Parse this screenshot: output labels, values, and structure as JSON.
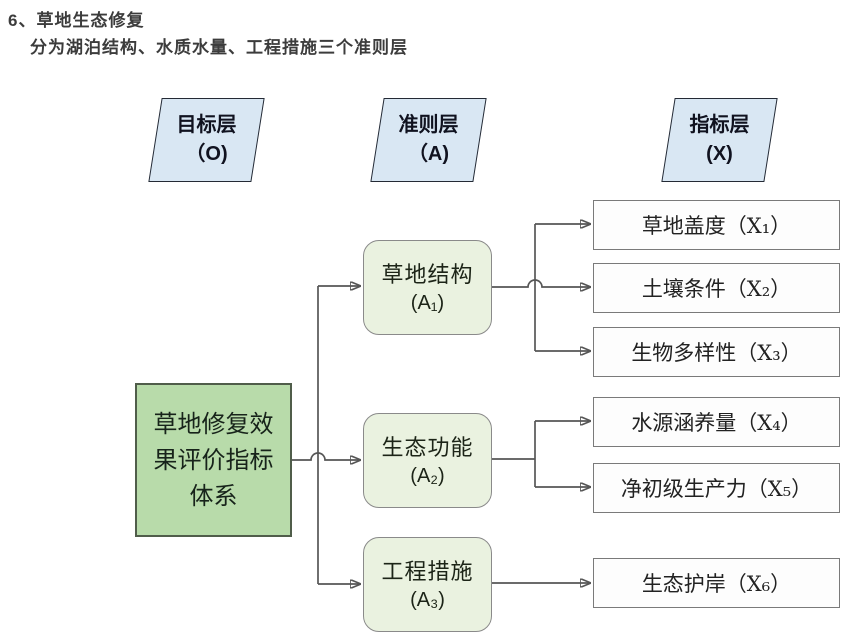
{
  "heading": {
    "line1": "6、草地生态修复",
    "line2": "分为湖泊结构、水质水量、工程措施三个准则层"
  },
  "layer_headers": [
    {
      "name": "目标层",
      "symbol": "（O)"
    },
    {
      "name": "准则层",
      "symbol": "（A)"
    },
    {
      "name": "指标层",
      "symbol": "(X)"
    }
  ],
  "goal_box": {
    "text": "草地修复效果评价指标体系"
  },
  "criteria": [
    {
      "name": "草地结构",
      "symbol": "(A₁)"
    },
    {
      "name": "生态功能",
      "symbol": "(A₂)"
    },
    {
      "name": "工程措施",
      "symbol": "(A₃)"
    }
  ],
  "indicators": [
    "草地盖度（X₁）",
    "土壤条件（X₂）",
    "生物多样性（X₃）",
    "水源涵养量（X₄）",
    "净初级生产力（X₅）",
    "生态护岸（X₆）"
  ],
  "colors": {
    "goal_fill": "#b8dbaa",
    "goal_border": "#505d4a",
    "criteria_fill": "#eaf2e0",
    "criteria_border": "#8a8a8a",
    "indicator_fill": "#fdfdfd",
    "indicator_border": "#7a7a7a",
    "header_fill": "#d9e7f3",
    "header_border": "#242a35",
    "wire": "#565656",
    "arrowhead": "#1a1a1a",
    "heading_text": "#3c3c3c"
  }
}
